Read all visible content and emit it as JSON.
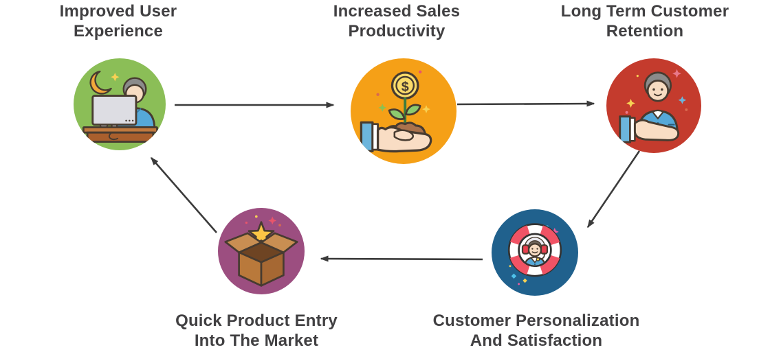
{
  "diagram": {
    "background_color": "#ffffff",
    "text_color": "#414042",
    "arrow_color": "#3b3b3b",
    "nodes": [
      {
        "label_line1": "Improved User",
        "label_line2": "Experience",
        "circle_color": "#8bbe57",
        "icon": "person-working-at-computer-night-icon"
      },
      {
        "label_line1": "Increased Sales",
        "label_line2": "Productivity",
        "circle_color": "#f5a017",
        "icon": "hand-holding-money-plant-icon",
        "currency_symbol": "$"
      },
      {
        "label_line1": "Long Term Customer",
        "label_line2": "Retention",
        "circle_color": "#c43b2d",
        "icon": "hand-holding-customer-icon"
      },
      {
        "label_line1": "Customer Personalization",
        "label_line2": "And Satisfaction",
        "circle_color": "#20618d",
        "icon": "support-agent-lifebuoy-icon"
      },
      {
        "label_line1": "Quick Product Entry",
        "label_line2": "Into The Market",
        "circle_color": "#9c4e80",
        "icon": "open-box-with-star-icon"
      }
    ],
    "flow": [
      "Improved User Experience -> Increased Sales Productivity",
      "Increased Sales Productivity -> Long Term Customer Retention",
      "Long Term Customer Retention -> Customer Personalization And Satisfaction",
      "Customer Personalization And Satisfaction -> Quick Product Entry Into The Market",
      "Quick Product Entry Into The Market -> Improved User Experience"
    ]
  }
}
